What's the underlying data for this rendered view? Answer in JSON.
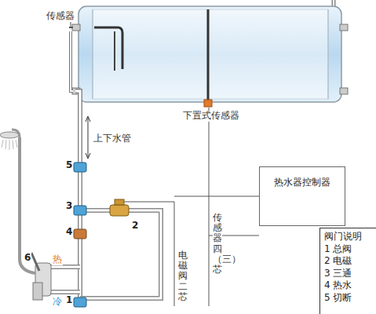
{
  "diagram": {
    "nodes": [
      {
        "text": [
          "热水器控制器"
        ]
      },
      {
        "text": [
          "阀门说明",
          "1 总阀",
          "2 电磁",
          "3 三通",
          "4 热水",
          "5 切断"
        ]
      }
    ],
    "labels": [
      "传感器",
      "下置式传感器",
      "上下水管",
      "5",
      "3",
      "2",
      "4",
      "6",
      "热",
      "冷",
      "1",
      "电磁阀二芯",
      "传感器四（三）芯"
    ]
  }
}
